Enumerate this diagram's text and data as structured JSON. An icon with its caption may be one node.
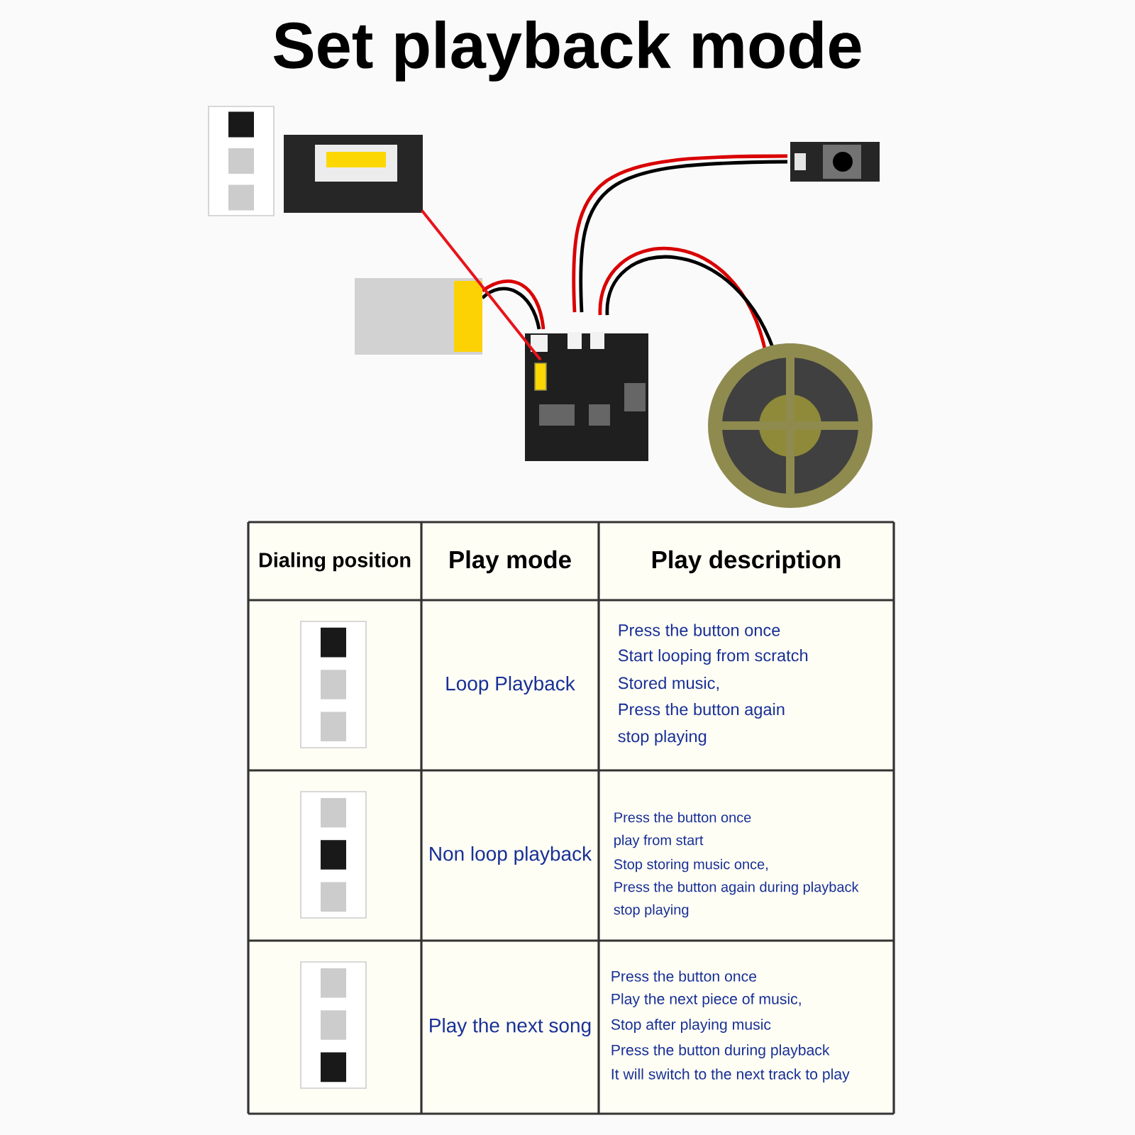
{
  "diagram": {
    "title": "Set playback mode",
    "nodes": [
      {
        "text": [],
        "shape": "picture"
      },
      {
        "text": [],
        "shape": "box"
      }
    ],
    "edges": [
      {
        "from": 0,
        "to": 1,
        "arrow": "none",
        "color": "#e8141c"
      }
    ],
    "labels": [
      "Dialing position",
      "Play mode",
      "Play description",
      "Loop Playback",
      "Press the button once",
      "Start looping from scratch",
      "Stored music,",
      "Press the button again",
      "stop playing",
      "Non loop playback",
      "Press the button once",
      "play from start",
      "Stop storing music once,",
      "Press the button again during playback",
      "stop playing",
      "Play the next song",
      "Press the button once",
      "Play the next piece of music,",
      "Stop after playing music",
      "Press the button during playback",
      "It will switch to the next track to play"
    ]
  }
}
